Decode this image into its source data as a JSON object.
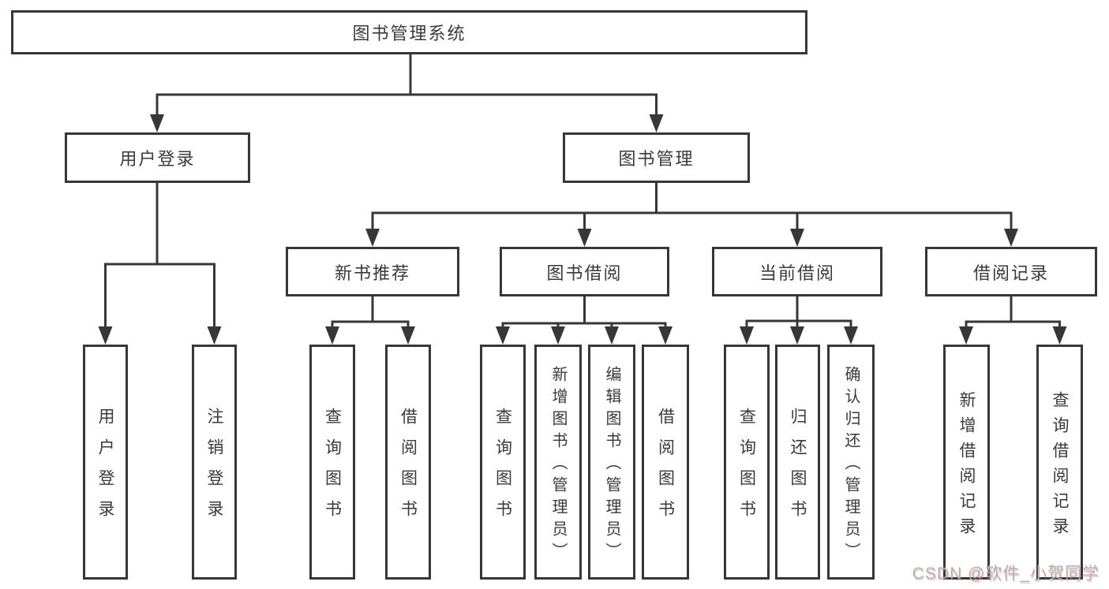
{
  "root": {
    "label": "图书管理系统"
  },
  "branches": {
    "user_login": {
      "label": "用户登录",
      "children": [
        {
          "label": "用户登录"
        },
        {
          "label": "注销登录"
        }
      ]
    },
    "book_mgmt": {
      "label": "图书管理",
      "groups": [
        {
          "label": "新书推荐",
          "children": [
            {
              "label": "查询图书"
            },
            {
              "label": "借阅图书"
            }
          ]
        },
        {
          "label": "图书借阅",
          "children": [
            {
              "label": "查询图书"
            },
            {
              "label": "新增图书（管理员）"
            },
            {
              "label": "编辑图书（管理员）"
            },
            {
              "label": "借阅图书"
            }
          ]
        },
        {
          "label": "当前借阅",
          "children": [
            {
              "label": "查询图书"
            },
            {
              "label": "归还图书"
            },
            {
              "label": "确认归还（管理员）"
            }
          ]
        },
        {
          "label": "借阅记录",
          "children": [
            {
              "label": "新增借阅记录"
            },
            {
              "label": "查询借阅记录"
            }
          ]
        }
      ]
    }
  },
  "watermark": {
    "text": "CSDN @软件_小贺同学"
  },
  "colors": {
    "line": "#373737",
    "text": "#3a3a3a",
    "box_background": "#ffffff",
    "watermark": "#b3b3b3"
  }
}
